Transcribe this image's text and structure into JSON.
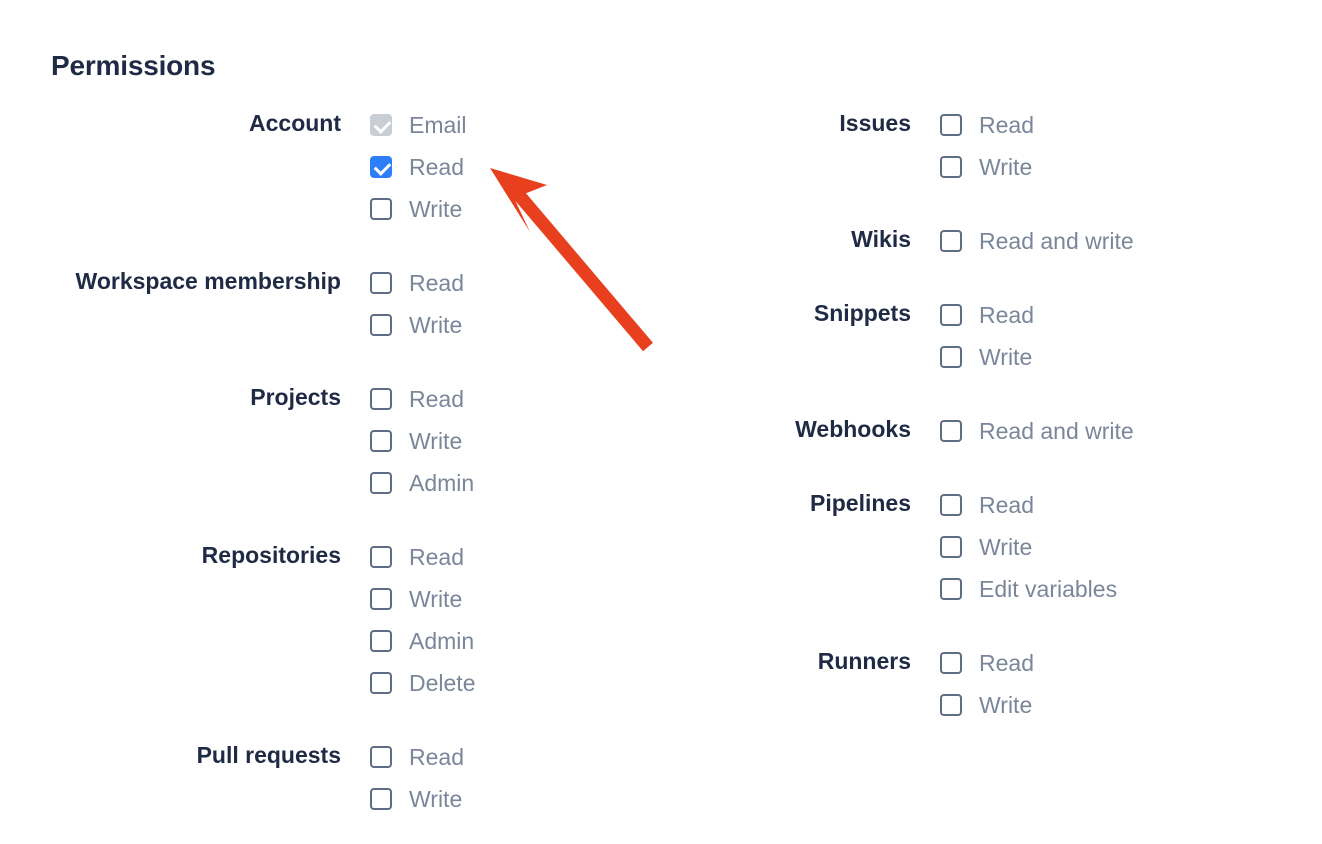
{
  "page": {
    "title": "Permissions"
  },
  "colors": {
    "heading": "#1f2a44",
    "group_label": "#1f2a44",
    "option_label": "#7a8699",
    "checkbox_border": "#5e6c84",
    "checkbox_checked": "#2d7ff9",
    "checkbox_disabled": "#c9cdd4",
    "annotation_arrow": "#e8401f",
    "background": "#ffffff"
  },
  "left_column": [
    {
      "label": "Account",
      "options": [
        {
          "label": "Email",
          "state": "disabled-checked"
        },
        {
          "label": "Read",
          "state": "checked"
        },
        {
          "label": "Write",
          "state": "unchecked"
        }
      ]
    },
    {
      "label": "Workspace membership",
      "options": [
        {
          "label": "Read",
          "state": "unchecked"
        },
        {
          "label": "Write",
          "state": "unchecked"
        }
      ]
    },
    {
      "label": "Projects",
      "options": [
        {
          "label": "Read",
          "state": "unchecked"
        },
        {
          "label": "Write",
          "state": "unchecked"
        },
        {
          "label": "Admin",
          "state": "unchecked"
        }
      ]
    },
    {
      "label": "Repositories",
      "options": [
        {
          "label": "Read",
          "state": "unchecked"
        },
        {
          "label": "Write",
          "state": "unchecked"
        },
        {
          "label": "Admin",
          "state": "unchecked"
        },
        {
          "label": "Delete",
          "state": "unchecked"
        }
      ]
    },
    {
      "label": "Pull requests",
      "options": [
        {
          "label": "Read",
          "state": "unchecked"
        },
        {
          "label": "Write",
          "state": "unchecked"
        }
      ]
    }
  ],
  "right_column": [
    {
      "label": "Issues",
      "options": [
        {
          "label": "Read",
          "state": "unchecked"
        },
        {
          "label": "Write",
          "state": "unchecked"
        }
      ]
    },
    {
      "label": "Wikis",
      "options": [
        {
          "label": "Read and write",
          "state": "unchecked"
        }
      ]
    },
    {
      "label": "Snippets",
      "options": [
        {
          "label": "Read",
          "state": "unchecked"
        },
        {
          "label": "Write",
          "state": "unchecked"
        }
      ]
    },
    {
      "label": "Webhooks",
      "options": [
        {
          "label": "Read and write",
          "state": "unchecked"
        }
      ]
    },
    {
      "label": "Pipelines",
      "options": [
        {
          "label": "Read",
          "state": "unchecked"
        },
        {
          "label": "Write",
          "state": "unchecked"
        },
        {
          "label": "Edit variables",
          "state": "unchecked"
        }
      ]
    },
    {
      "label": "Runners",
      "options": [
        {
          "label": "Read",
          "state": "unchecked"
        },
        {
          "label": "Write",
          "state": "unchecked"
        }
      ]
    }
  ],
  "annotation": {
    "name": "arrow-pointing-to-account-read-checkbox",
    "color": "#e8401f"
  }
}
